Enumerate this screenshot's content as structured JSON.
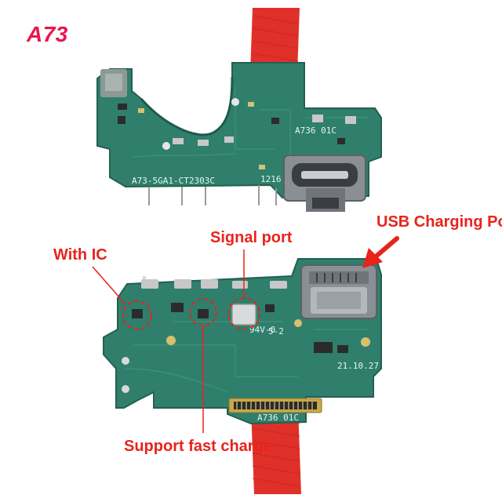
{
  "title": "A73",
  "labels": {
    "with_ic": "With IC",
    "signal_port": "Signal port",
    "usb_charging_port": "USB Charging Port",
    "support_fast_charge": "Support fast charge"
  },
  "silkscreen": {
    "top_board_part": "A73-5GA1-CT2303C",
    "top_board_model": "A736 01C",
    "top_board_code": "1216",
    "bottom_board_date": "21.10.27",
    "bottom_board_model": "A736 01C",
    "bottom_board_grade": "94V-0",
    "bottom_board_rev": "5-2"
  },
  "colors": {
    "accent_red": "#e8231c",
    "title_pink": "#e8174a",
    "pcb_green": "#2f7f6c",
    "flex_red": "#e0302a",
    "connector_metal": "#8a8f96"
  }
}
